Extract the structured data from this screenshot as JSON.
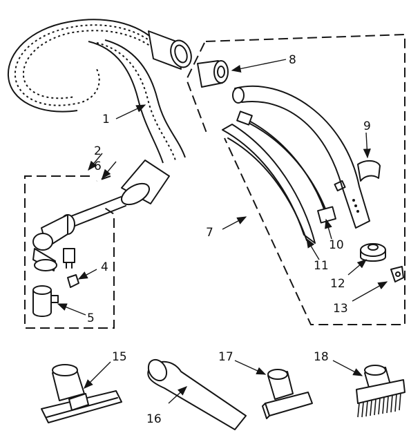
{
  "callouts": {
    "c1": "1",
    "c2": "2",
    "c4": "4",
    "c5": "5",
    "c6": "6",
    "c7": "7",
    "c8": "8",
    "c9": "9",
    "c10": "10",
    "c11": "11",
    "c12": "12",
    "c13": "13",
    "c15": "15",
    "c16": "16",
    "c17": "17",
    "c18": "18"
  },
  "colors": {
    "ink": "#151515",
    "paper": "#ffffff"
  }
}
